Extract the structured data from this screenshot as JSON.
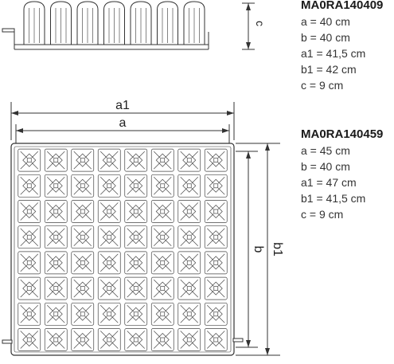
{
  "specs": [
    {
      "code": "MA0RA140409",
      "dims": [
        "a = 40 cm",
        "b = 40 cm",
        "a1 = 41,5 cm",
        "b1 = 42 cm",
        "c = 9 cm"
      ]
    },
    {
      "code": "MA0RA140459",
      "dims": [
        "a = 45 cm",
        "b = 40 cm",
        "a1 = 47 cm",
        "b1 = 41,5 cm",
        "c = 9 cm"
      ]
    }
  ],
  "labels": {
    "c": "c",
    "a1": "a1",
    "a": "a",
    "b": "b",
    "b1": "b1"
  }
}
